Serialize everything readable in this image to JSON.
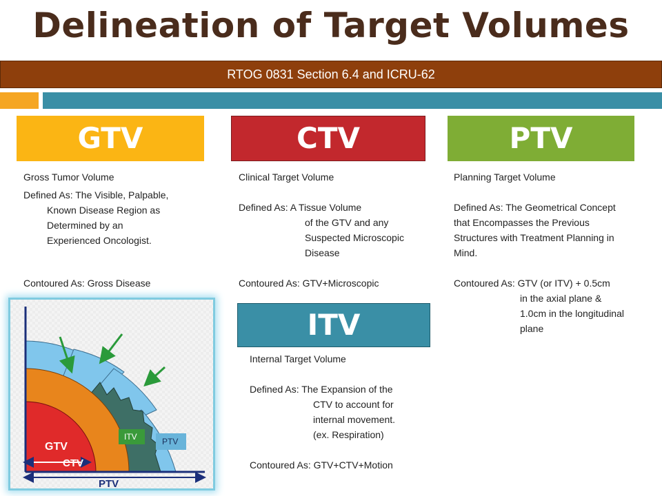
{
  "title": "Delineation of Target Volumes",
  "banner": "RTOG 0831 Section 6.4 and ICRU-62",
  "colors": {
    "gtv": "#fbb514",
    "ctv": "#c2282d",
    "ptv": "#7fad35",
    "itv": "#3a8fa6",
    "banner": "#8e3f0c",
    "title": "#4a2c1c"
  },
  "gtv": {
    "heading": "GTV",
    "name": "Gross Tumor Volume",
    "defined_line1": "Defined As: The Visible, Palpable,",
    "defined_line2": "Known Disease Region as",
    "defined_line3": "Determined by an",
    "defined_line4": "Experienced Oncologist.",
    "contoured": "Contoured As: Gross Disease"
  },
  "ctv": {
    "heading": "CTV",
    "name": "Clinical Target Volume",
    "defined_line1": "Defined As: A Tissue Volume",
    "defined_line2": "of the GTV and any",
    "defined_line3": "Suspected Microscopic",
    "defined_line4": "Disease",
    "contoured": "Contoured As: GTV+Microscopic"
  },
  "ptv": {
    "heading": "PTV",
    "name": "Planning Target Volume",
    "defined_line1": "Defined As: The Geometrical Concept",
    "defined_line2": "that Encompasses the Previous",
    "defined_line3": "Structures with Treatment Planning in",
    "defined_line4": "Mind.",
    "contoured_line1": "Contoured As: GTV (or ITV) + 0.5cm",
    "contoured_line2": "in the axial plane &",
    "contoured_line3": "1.0cm in the longitudinal",
    "contoured_line4": "plane"
  },
  "itv": {
    "heading": "ITV",
    "name": "Internal Target Volume",
    "defined_line1": "Defined As: The Expansion of the",
    "defined_line2": "CTV to account for",
    "defined_line3": "internal movement.",
    "defined_line4": "(ex. Respiration)",
    "contoured": "Contoured As: GTV+CTV+Motion"
  },
  "diagram": {
    "label_gtv": "GTV",
    "label_ctv": "CTV",
    "label_ptv": "PTV",
    "label_itv": "ITV",
    "label_ptv_box": "PTV"
  }
}
